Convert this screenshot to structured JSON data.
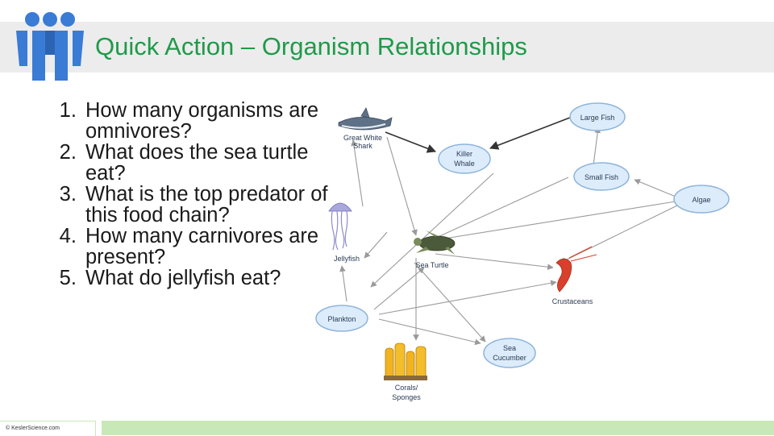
{
  "slide": {
    "title": "Quick Action – Organism Relationships",
    "copyright": "© KeslerScience.com",
    "accent_color": "#1f9a4a",
    "logo_color": "#3a7bd5"
  },
  "questions": [
    "How many organisms are omnivores?",
    "What does the sea turtle eat?",
    "What is the top predator of this food chain?",
    "How many carnivores are present?",
    "What do jellyfish eat?"
  ],
  "food_web": {
    "nodes": {
      "shark": {
        "label1": "Great White",
        "label2": "Shark",
        "icon": "shark-icon"
      },
      "killer_whale": {
        "label1": "Killer",
        "label2": "Whale"
      },
      "large_fish": {
        "label1": "Large Fish"
      },
      "small_fish": {
        "label1": "Small Fish"
      },
      "algae": {
        "label1": "Algae"
      },
      "jellyfish": {
        "label1": "Jellyfish",
        "icon": "jellyfish-icon"
      },
      "sea_turtle": {
        "label1": "Sea Turtle",
        "icon": "sea-turtle-icon"
      },
      "crustaceans": {
        "label1": "Crustaceans",
        "icon": "shrimp-icon"
      },
      "plankton": {
        "label1": "Plankton"
      },
      "sea_cucumber": {
        "label1": "Sea",
        "label2": "Cucumber"
      },
      "corals": {
        "label1": "Corals/",
        "label2": "Sponges",
        "icon": "coral-icon"
      }
    }
  }
}
